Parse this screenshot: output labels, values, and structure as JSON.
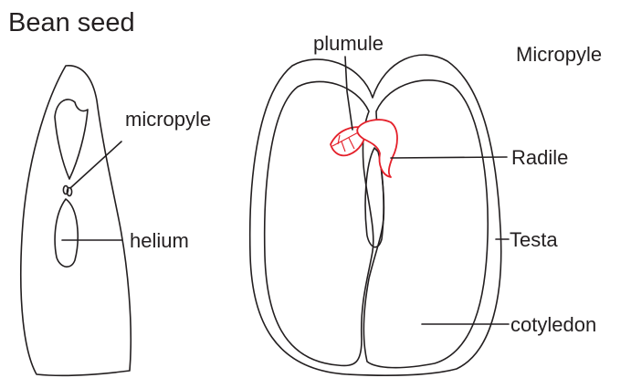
{
  "diagram": {
    "title": "Bean seed",
    "labels": {
      "micropyle_left": "micropyle",
      "helium": "helium",
      "plumule": "plumule",
      "micropyle_right": "Micropyle",
      "radile": "Radile",
      "testa": "Testa",
      "cotyledon": "cotyledon"
    },
    "colors": {
      "line": "#231f20",
      "highlight": "#e4202a",
      "background": "#ffffff"
    }
  }
}
